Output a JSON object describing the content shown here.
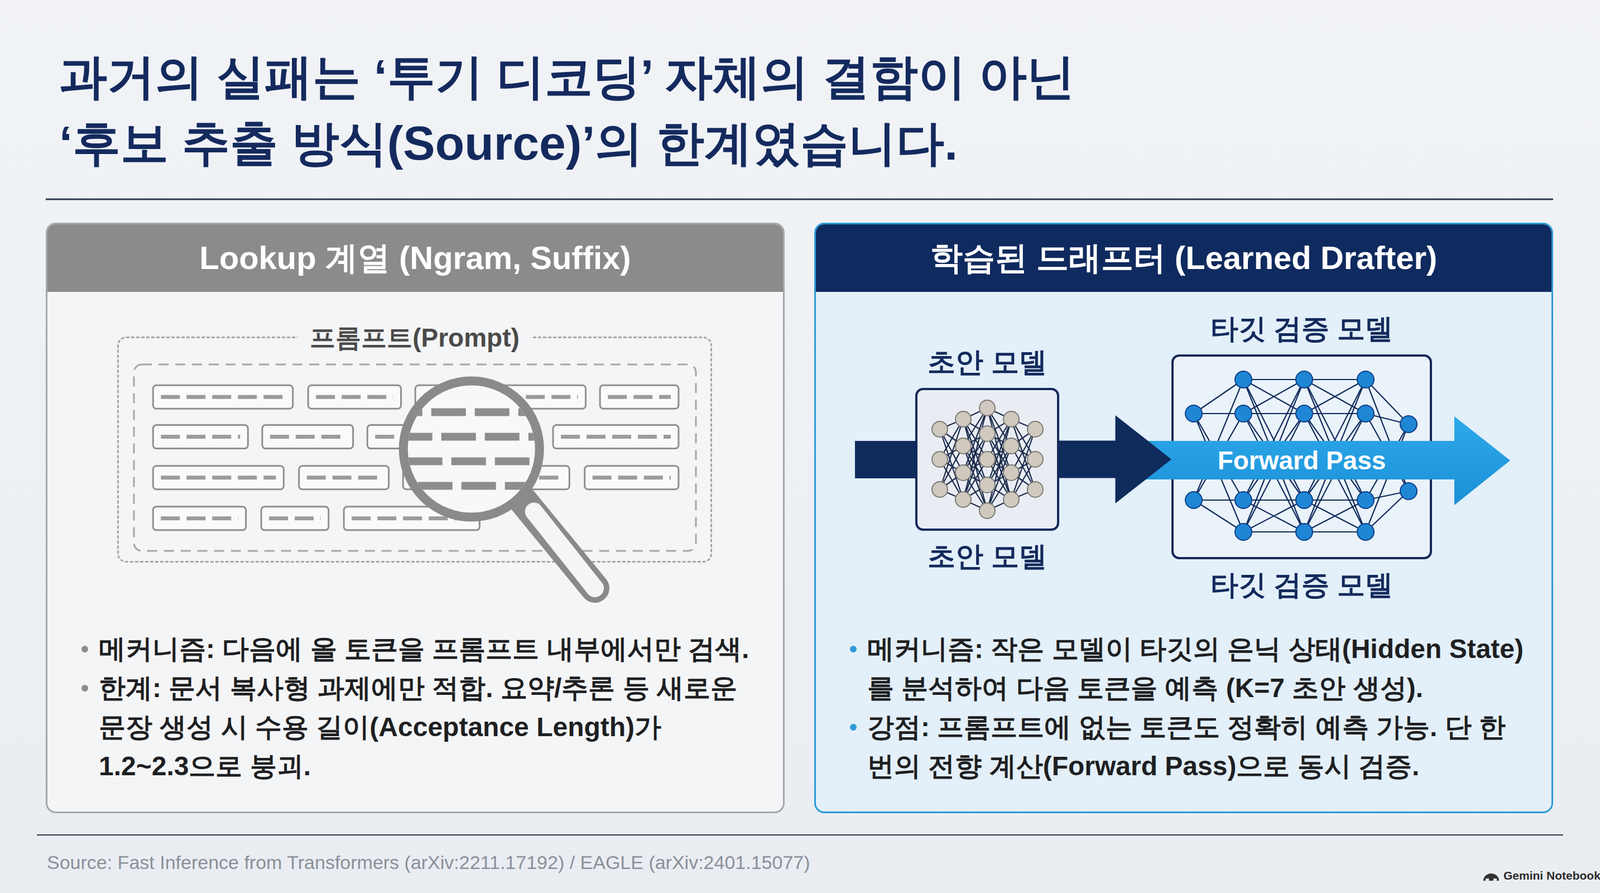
{
  "diagram": {
    "title": "과거의 실패는 ‘투기 디코딩’ 자체의 결함이 아닌 ‘후보 추출 방식(Source)’의 한계였습니다.",
    "caption": "Source: Fast Inference from Transformers (arXiv:2211.17192) / EAGLE (arXiv:2401.15077)",
    "nodes": [
      {
        "text": [
          "Lookup 계열 (Ngram, Suffix)",
          "메커니즘: 다음에 올 토큰을 프롬프트 내부에서만 검색.",
          "한계: 문서 복사형 과제에만 적합. 요약/추론 등 새로운 문장 생성 시 수용 길이(Acceptance Length)가 1.2~2.3으로 붕괴."
        ]
      },
      {
        "text": [
          "프롬프트(Prompt)"
        ],
        "in": 0
      },
      {
        "text": [
          "학습된 드래프터 (Learned Drafter)",
          "메커니즘: 작은 모델이 타깃의 은닉 상태(Hidden State)를 분석하여 다음 토큰을 예측 (K=7 초안 생성).",
          "강점: 프롬프트에 없는 토큰도 정확히 예측 가능. 단 한 번의 전향 계산(Forward Pass)으로 동시 검증."
        ]
      },
      {
        "text": [
          "초안 모델",
          "초안 모델"
        ],
        "in": 2
      },
      {
        "text": [
          "타깃 검증 모델",
          "Forward Pass",
          "타깃 검증 모델"
        ],
        "in": 2
      }
    ],
    "edges": [
      {
        "from": 3,
        "to": 4,
        "arrow": "to"
      }
    ],
    "labels": [
      "Gemini Notebook"
    ]
  }
}
